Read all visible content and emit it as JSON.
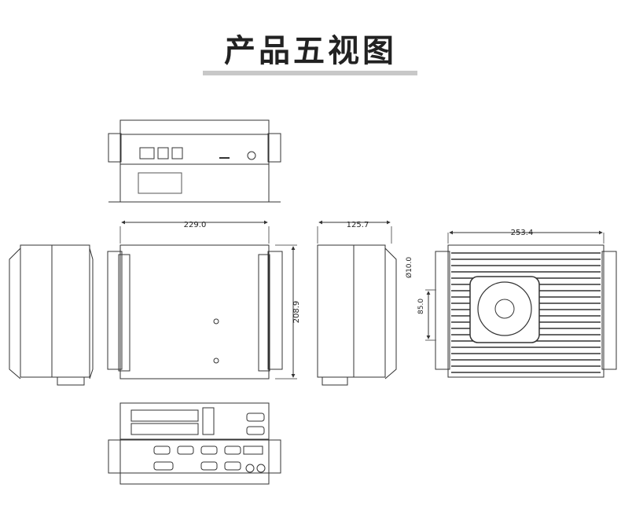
{
  "header": {
    "title": "产品五视图"
  },
  "dimensions": {
    "top_width": "229.0",
    "top_height": "208.9",
    "side_depth": "125.7",
    "back_width": "253.4",
    "hole_diameter": "Ø10.0",
    "hole_spacing": "85.0"
  },
  "colors": {
    "line": "#333333",
    "fill": "#ffffff",
    "dark": "#222222",
    "accent_bar": "#c8c8c8"
  }
}
